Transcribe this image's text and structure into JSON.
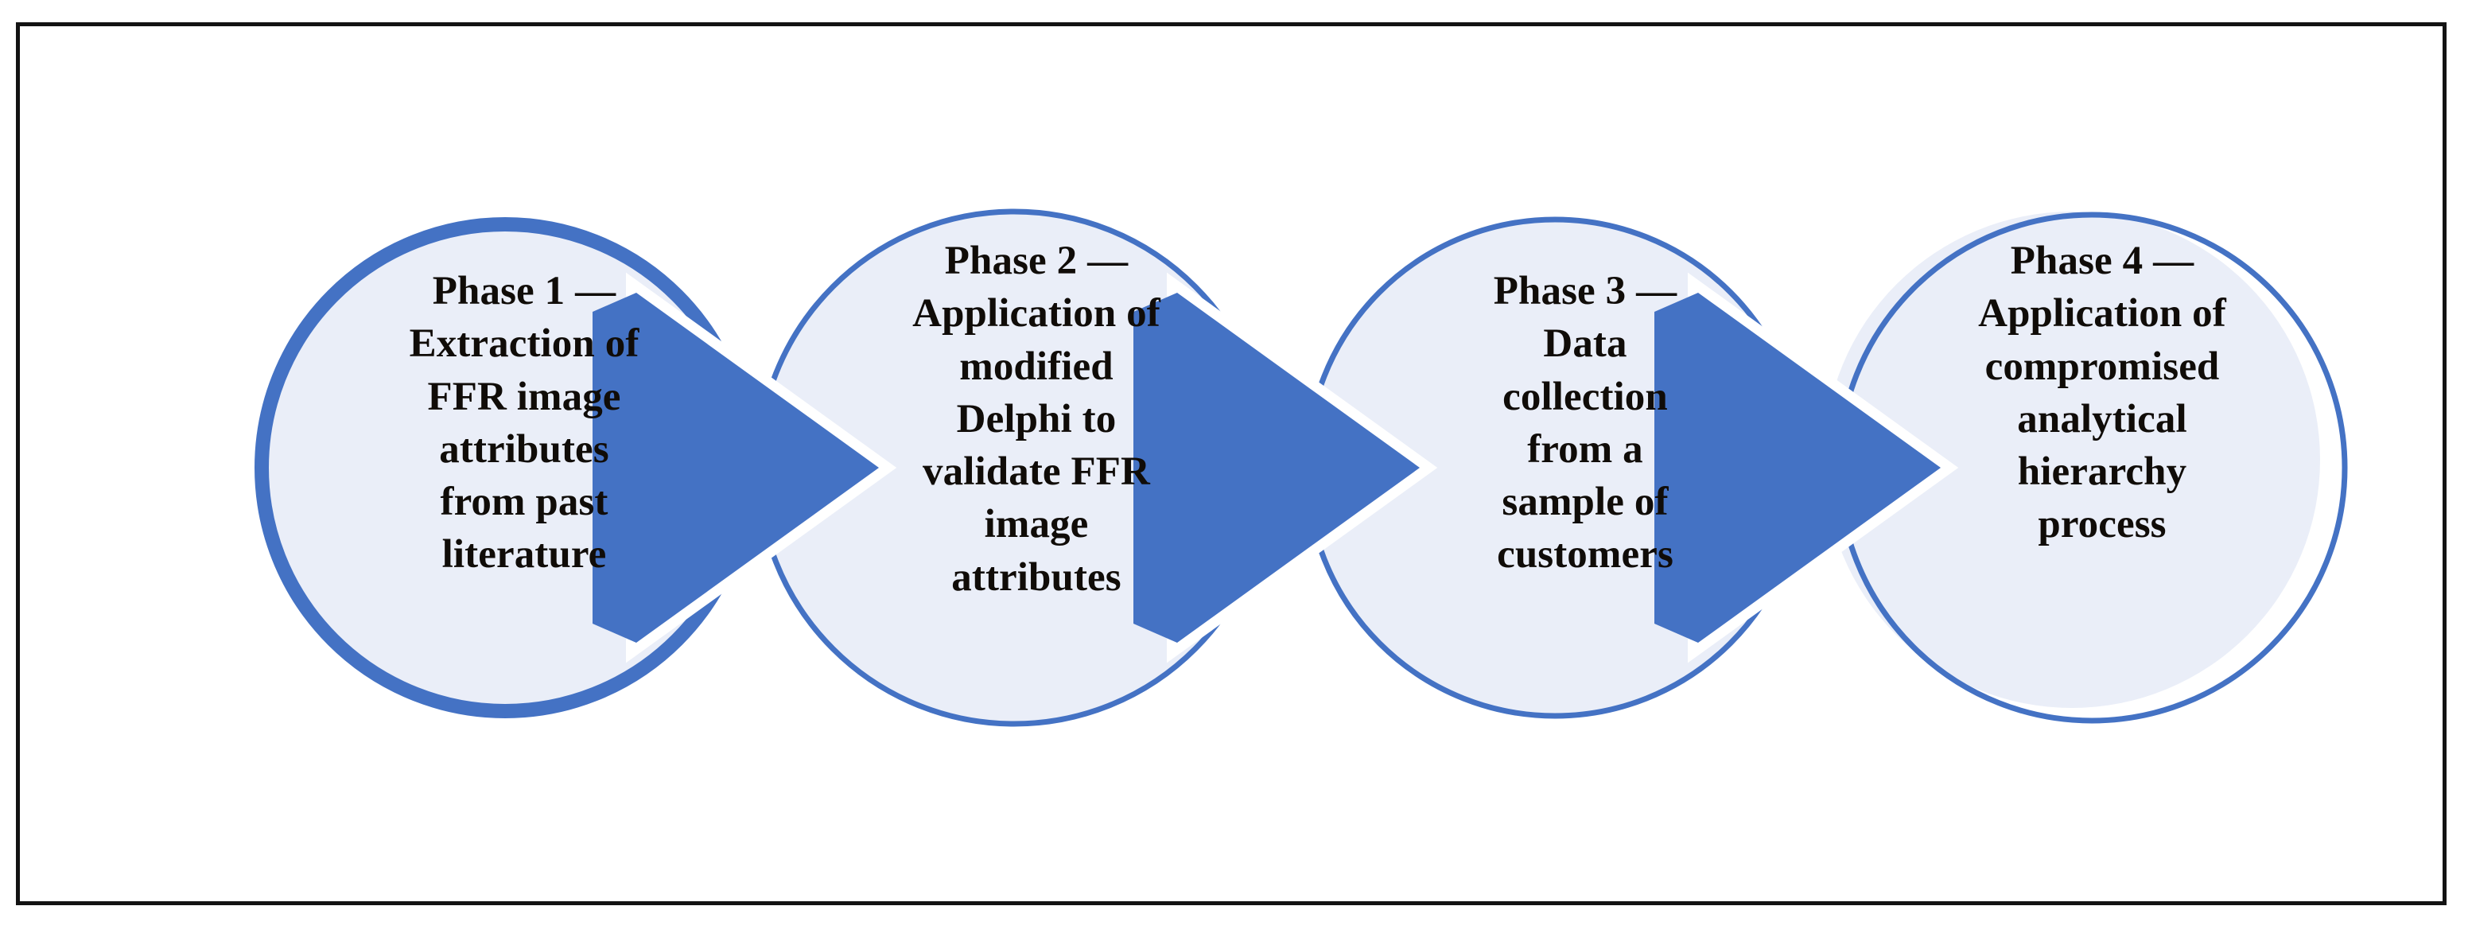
{
  "figure": {
    "border_color": "#131313",
    "background_color": "#ffffff",
    "accent_color": "#4472c4",
    "node_fill_color": "#eaeef8",
    "text_color": "#100c08"
  },
  "diagram": {
    "type": "linear-process-flow",
    "orientation": "horizontal",
    "node_shape": "circle",
    "connector_shape": "right-pointing-triangle-chevron",
    "node_count": 4,
    "connector_count": 3,
    "nodes": [
      {
        "id": "phase-1",
        "label": "Phase 1 —\nExtraction of\nFFR image\nattributes\nfrom past\nliterature",
        "ring_weight": "thick"
      },
      {
        "id": "phase-2",
        "label": "Phase 2 —\nApplication of\nmodified\nDelphi to\nvalidate FFR\nimage\nattributes",
        "ring_weight": "thin"
      },
      {
        "id": "phase-3",
        "label": "Phase 3 —\nData\ncollection\nfrom a\nsample of\ncustomers",
        "ring_weight": "thin"
      },
      {
        "id": "phase-4",
        "label": "Phase 4 —\nApplication of\ncompromised\nanalytical\nhierarchy\nprocess",
        "ring_weight": "thin"
      }
    ]
  }
}
